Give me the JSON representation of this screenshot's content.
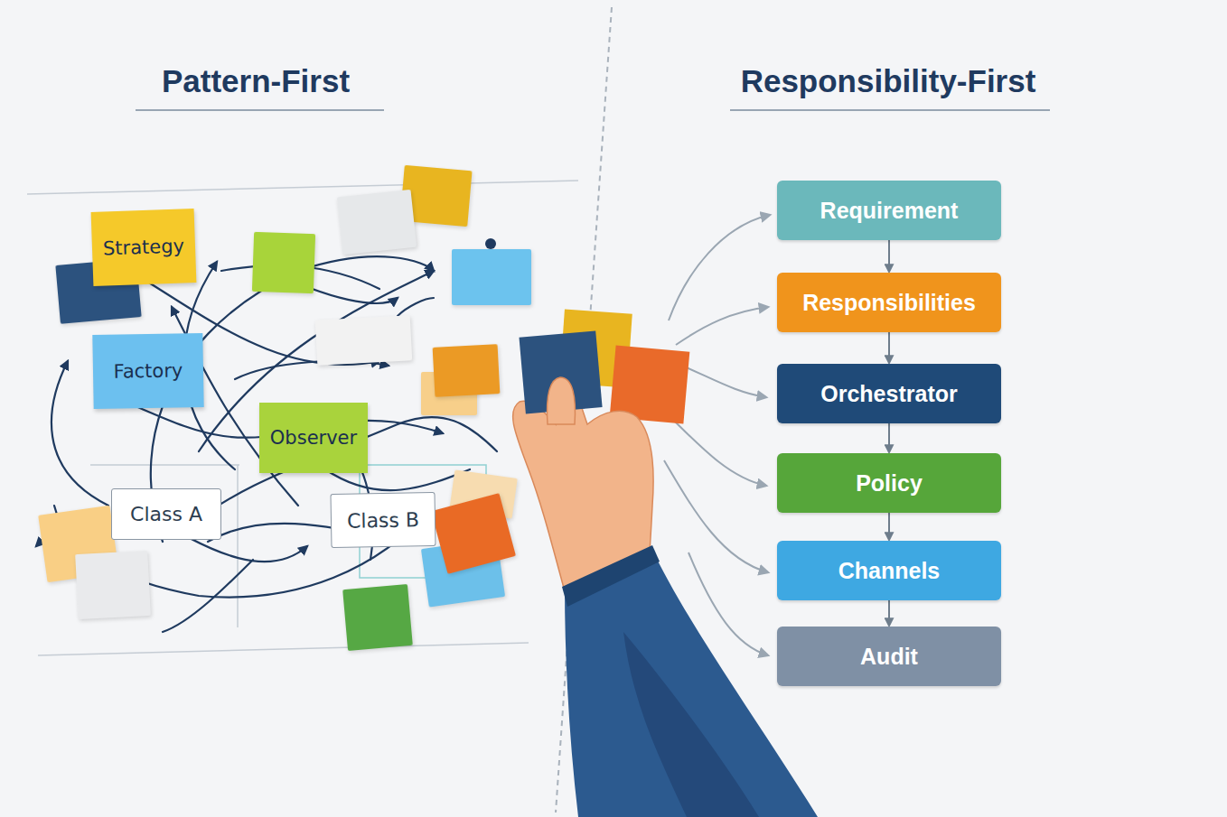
{
  "diagram": {
    "nodes": [
      {
        "text": [
          "Strategy"
        ]
      },
      {
        "text": [
          "Factory"
        ]
      },
      {
        "text": [
          "Observer"
        ]
      },
      {
        "text": [
          "Class A"
        ]
      },
      {
        "text": [
          "Class B"
        ]
      },
      {
        "text": [
          "Requirement"
        ]
      },
      {
        "text": [
          "Responsibilities"
        ]
      },
      {
        "text": [
          "Orchestrator"
        ]
      },
      {
        "text": [
          "Policy"
        ]
      },
      {
        "text": [
          "Channels"
        ]
      },
      {
        "text": [
          "Audit"
        ]
      }
    ],
    "edges": [
      {
        "from": 5,
        "to": 6,
        "arrow": "to"
      },
      {
        "from": 6,
        "to": 7,
        "arrow": "to"
      },
      {
        "from": 7,
        "to": 8,
        "arrow": "to"
      },
      {
        "from": 8,
        "to": 9,
        "arrow": "to"
      },
      {
        "from": 9,
        "to": 10,
        "arrow": "to"
      }
    ],
    "labels": [
      "Pattern-First",
      "Responsibility-First"
    ]
  }
}
